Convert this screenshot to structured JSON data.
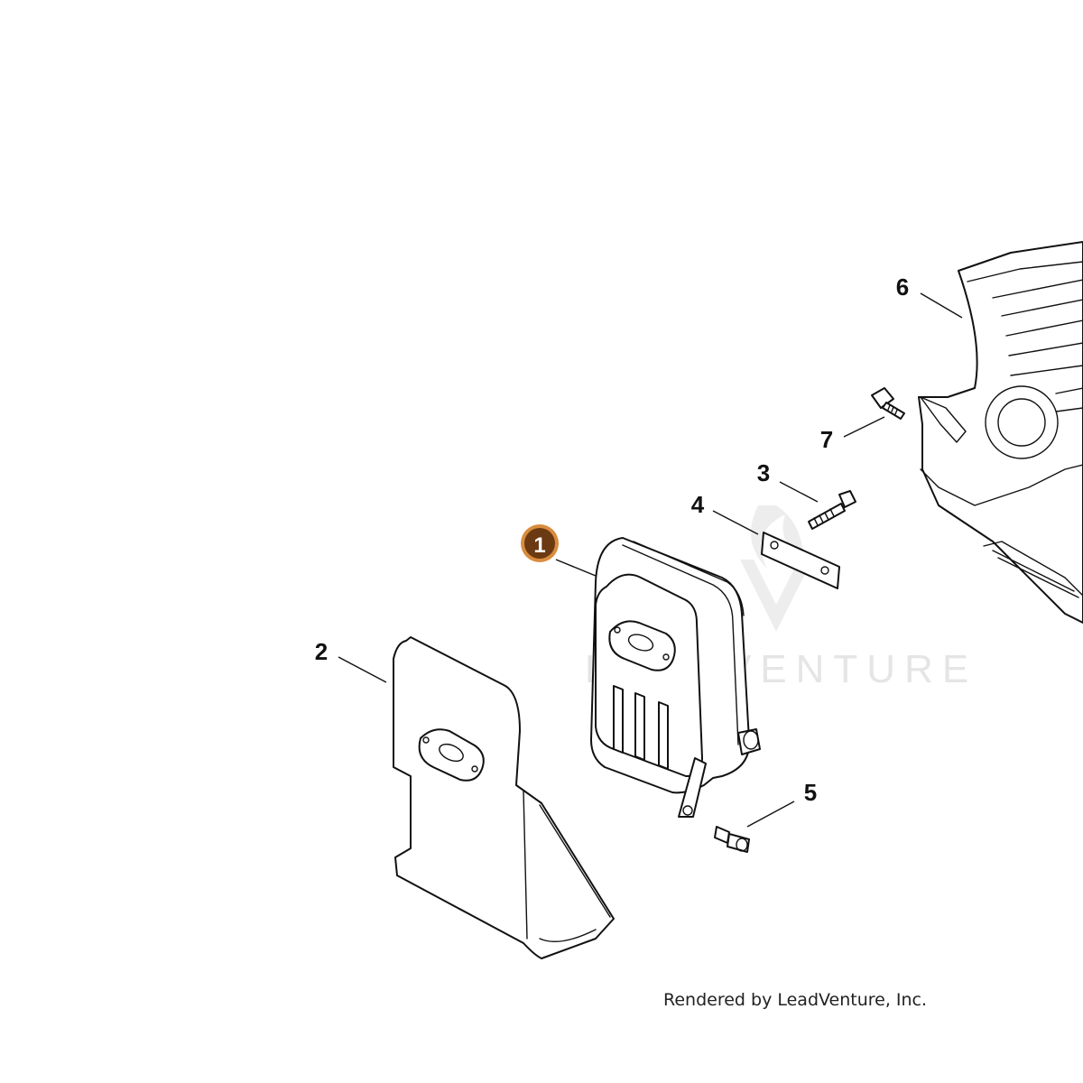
{
  "callouts": [
    {
      "label": "1",
      "highlighted": true
    },
    {
      "label": "2"
    },
    {
      "label": "3"
    },
    {
      "label": "4"
    },
    {
      "label": "5"
    },
    {
      "label": "6"
    },
    {
      "label": "7"
    }
  ],
  "watermark": {
    "text": "LEADVENTURE"
  },
  "footer": {
    "text": "Rendered by LeadVenture, Inc."
  },
  "colors": {
    "highlight_fill": "#6b3a12",
    "highlight_ring": "#d98c3f",
    "line": "#111111",
    "watermark": "#e3e3e3"
  }
}
